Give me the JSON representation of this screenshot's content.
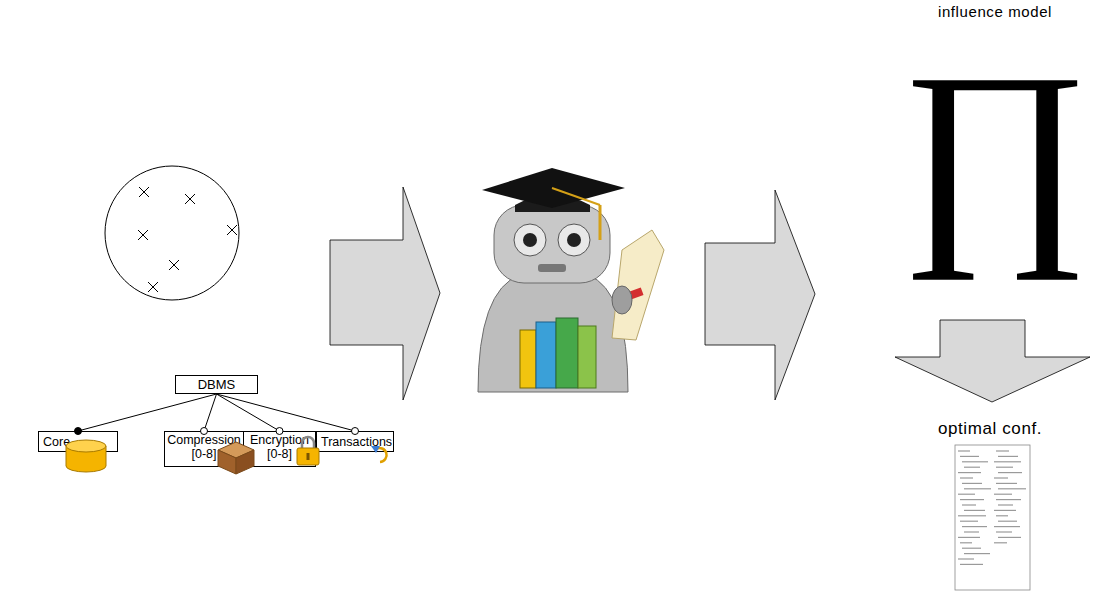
{
  "diagram": {
    "nodes": [
      {
        "text": [
          "DBMS"
        ]
      },
      {
        "text": [
          "Core"
        ]
      },
      {
        "text": [
          "Compression [0-8]"
        ]
      },
      {
        "text": [
          "Encryption [0-8]"
        ]
      },
      {
        "text": [
          "Transactions"
        ]
      }
    ],
    "edges": [
      {
        "from": 0,
        "to": 1,
        "arrow": "none"
      },
      {
        "from": 0,
        "to": 2,
        "arrow": "none"
      },
      {
        "from": 0,
        "to": 3,
        "arrow": "none"
      },
      {
        "from": 0,
        "to": 4,
        "arrow": "none"
      }
    ],
    "labels": [
      "influence model",
      "∏",
      "optimal conf."
    ]
  }
}
